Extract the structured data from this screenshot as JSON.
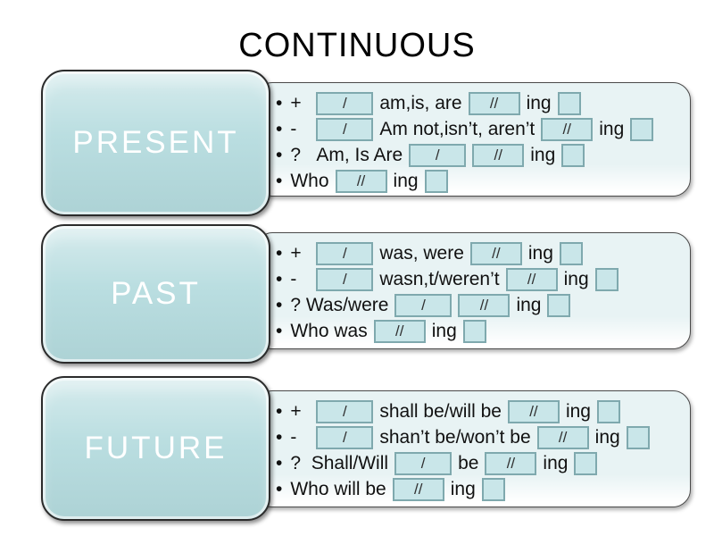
{
  "title": "CONTINUOUS",
  "colors": {
    "block_fill": "#b4dbde",
    "panel_fill": "#e8f3f4",
    "slot_fill": "#c9e6e9",
    "slot_border": "#7fa9ae",
    "block_text": "#ffffff",
    "text": "#111111"
  },
  "rows": [
    {
      "label": "PRESENT",
      "lines": [
        [
          {
            "k": "sign",
            "v": "+"
          },
          {
            "k": "slot",
            "v": "/"
          },
          {
            "k": "text",
            "v": "am,is, are"
          },
          {
            "k": "slot",
            "v": "//"
          },
          {
            "k": "text",
            "v": "ing"
          },
          {
            "k": "end"
          }
        ],
        [
          {
            "k": "sign",
            "v": "-"
          },
          {
            "k": "slot",
            "v": "/"
          },
          {
            "k": "text",
            "v": "Am not,isn’t, aren’t"
          },
          {
            "k": "slot",
            "v": "//"
          },
          {
            "k": "text",
            "v": "ing"
          },
          {
            "k": "end"
          }
        ],
        [
          {
            "k": "sign",
            "v": "?"
          },
          {
            "k": "text",
            "v": "Am, Is Are"
          },
          {
            "k": "slot",
            "v": "/"
          },
          {
            "k": "slot",
            "v": "//"
          },
          {
            "k": "text",
            "v": "ing"
          },
          {
            "k": "end"
          }
        ],
        [
          {
            "k": "text",
            "v": "Who"
          },
          {
            "k": "slot",
            "v": "//"
          },
          {
            "k": "text",
            "v": "ing"
          },
          {
            "k": "end"
          }
        ]
      ]
    },
    {
      "label": "PAST",
      "lines": [
        [
          {
            "k": "sign",
            "v": "+"
          },
          {
            "k": "slot",
            "v": "/"
          },
          {
            "k": "text",
            "v": "was, were"
          },
          {
            "k": "slot",
            "v": "//"
          },
          {
            "k": "text",
            "v": "ing"
          },
          {
            "k": "end"
          }
        ],
        [
          {
            "k": "sign",
            "v": "-"
          },
          {
            "k": "slot",
            "v": "/"
          },
          {
            "k": "text",
            "v": "wasn,t/weren’t"
          },
          {
            "k": "slot",
            "v": "//"
          },
          {
            "k": "text",
            "v": "ing"
          },
          {
            "k": "end"
          }
        ],
        [
          {
            "k": "text",
            "v": "? Was/were"
          },
          {
            "k": "slot",
            "v": "/"
          },
          {
            "k": "slot",
            "v": "//"
          },
          {
            "k": "text",
            "v": "ing"
          },
          {
            "k": "end"
          }
        ],
        [
          {
            "k": "text",
            "v": "Who was"
          },
          {
            "k": "slot",
            "v": "//"
          },
          {
            "k": "text",
            "v": "ing"
          },
          {
            "k": "end"
          }
        ]
      ]
    },
    {
      "label": "FUTURE",
      "lines": [
        [
          {
            "k": "sign",
            "v": "+"
          },
          {
            "k": "slot",
            "v": "/"
          },
          {
            "k": "text",
            "v": "shall be/will be"
          },
          {
            "k": "slot",
            "v": "//"
          },
          {
            "k": "text",
            "v": "ing"
          },
          {
            "k": "end"
          }
        ],
        [
          {
            "k": "sign",
            "v": "-"
          },
          {
            "k": "slot",
            "v": "/"
          },
          {
            "k": "text",
            "v": "shan’t be/won’t be"
          },
          {
            "k": "slot",
            "v": "//"
          },
          {
            "k": "text",
            "v": "ing"
          },
          {
            "k": "end"
          }
        ],
        [
          {
            "k": "text",
            "v": "?  Shall/Will"
          },
          {
            "k": "slot",
            "v": "/"
          },
          {
            "k": "text",
            "v": "be"
          },
          {
            "k": "slot",
            "v": "//"
          },
          {
            "k": "text",
            "v": "ing"
          },
          {
            "k": "end"
          }
        ],
        [
          {
            "k": "text",
            "v": "Who will be"
          },
          {
            "k": "slot",
            "v": "//"
          },
          {
            "k": "text",
            "v": "ing"
          },
          {
            "k": "end"
          }
        ]
      ]
    }
  ]
}
